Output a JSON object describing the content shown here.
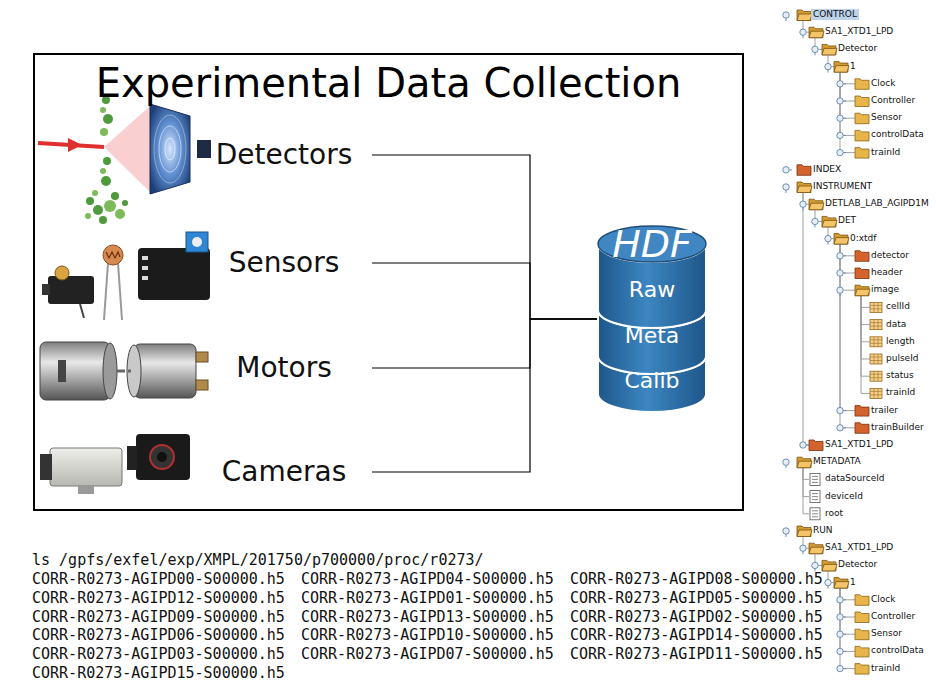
{
  "diagram": {
    "nodes": [
      {
        "text": [
          "Experimental Data Collection"
        ]
      },
      {
        "text": [
          "Detectors"
        ],
        "in": 0
      },
      {
        "text": [
          "Sensors"
        ],
        "in": 0
      },
      {
        "text": [
          "Motors"
        ],
        "in": 0
      },
      {
        "text": [
          "Cameras"
        ],
        "in": 0
      },
      {
        "text": [
          "HDF",
          "Raw",
          "Meta",
          "Calib"
        ],
        "in": 0
      }
    ],
    "edges": [
      {
        "from": 1,
        "to": 5,
        "arrow": "none"
      },
      {
        "from": 2,
        "to": 5,
        "arrow": "none"
      },
      {
        "from": 3,
        "to": 5,
        "arrow": "none"
      },
      {
        "from": 4,
        "to": 5,
        "arrow": "none"
      }
    ],
    "labels": [
      "ls /gpfs/exfel/exp/XMPL/201750/p700000/proc/r0273/",
      "CORR-R0273-AGIPD00-S00000.h5",
      "CORR-R0273-AGIPD04-S00000.h5",
      "CORR-R0273-AGIPD08-S00000.h5",
      "CORR-R0273-AGIPD12-S00000.h5",
      "CORR-R0273-AGIPD01-S00000.h5",
      "CORR-R0273-AGIPD05-S00000.h5",
      "CORR-R0273-AGIPD09-S00000.h5",
      "CORR-R0273-AGIPD13-S00000.h5",
      "CORR-R0273-AGIPD02-S00000.h5",
      "CORR-R0273-AGIPD06-S00000.h5",
      "CORR-R0273-AGIPD10-S00000.h5",
      "CORR-R0273-AGIPD14-S00000.h5",
      "CORR-R0273-AGIPD03-S00000.h5",
      "CORR-R0273-AGIPD07-S00000.h5",
      "CORR-R0273-AGIPD11-S00000.h5",
      "CORR-R0273-AGIPD15-S00000.h5",
      "CONTROL",
      "SA1_XTD1_LPD",
      "Detector",
      "1",
      "Clock",
      "Controller",
      "Sensor",
      "controlData",
      "trainId",
      "INDEX",
      "INSTRUMENT",
      "DETLAB_LAB_AGIPD1M",
      "DET",
      "0:xtdf",
      "detector",
      "header",
      "image",
      "cellId",
      "data",
      "length",
      "pulseId",
      "status",
      "trainId",
      "trailer",
      "trainBuilder",
      "SA1_XTD1_LPD",
      "METADATA",
      "dataSourceId",
      "deviceId",
      "root",
      "RUN",
      "SA1_XTD1_LPD",
      "Detector",
      "1",
      "Clock",
      "Controller",
      "Sensor",
      "controlData",
      "trainId"
    ]
  }
}
